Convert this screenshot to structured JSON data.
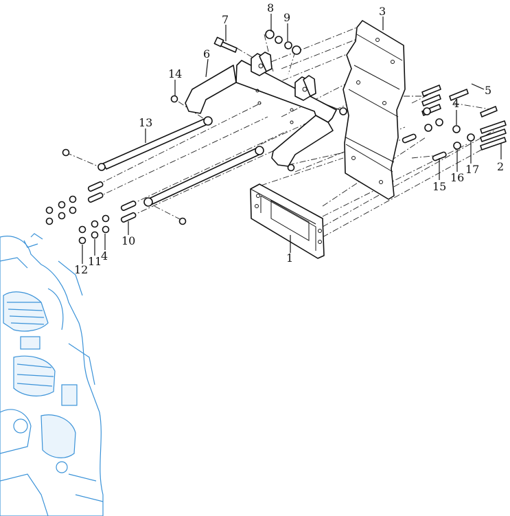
{
  "callouts": [
    {
      "id": "c1",
      "text": "1"
    },
    {
      "id": "c2",
      "text": "2"
    },
    {
      "id": "c3",
      "text": "3"
    },
    {
      "id": "c4a",
      "text": "4"
    },
    {
      "id": "c4b",
      "text": "4"
    },
    {
      "id": "c5",
      "text": "5"
    },
    {
      "id": "c6",
      "text": "6"
    },
    {
      "id": "c7",
      "text": "7"
    },
    {
      "id": "c8",
      "text": "8"
    },
    {
      "id": "c9",
      "text": "9"
    },
    {
      "id": "c10",
      "text": "10"
    },
    {
      "id": "c11",
      "text": "11"
    },
    {
      "id": "c12",
      "text": "12"
    },
    {
      "id": "c13",
      "text": "13"
    },
    {
      "id": "c14",
      "text": "14"
    },
    {
      "id": "c15",
      "text": "15"
    },
    {
      "id": "c16",
      "text": "16"
    },
    {
      "id": "c17",
      "text": "17"
    }
  ],
  "colors": {
    "line": "#111111",
    "engine_outline": "#3a92d8"
  }
}
